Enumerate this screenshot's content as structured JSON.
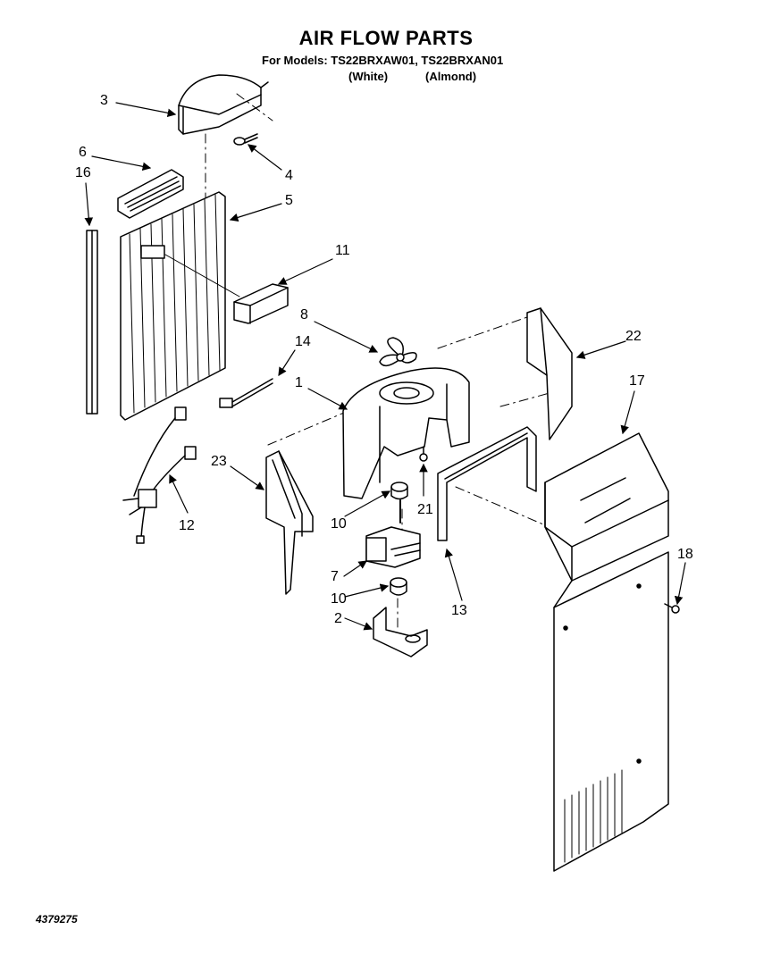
{
  "header": {
    "title": "AIR FLOW PARTS",
    "models_line": "For Models: TS22BRXAW01, TS22BRXAN01",
    "variant_white": "(White)",
    "variant_almond": "(Almond)"
  },
  "callouts": {
    "c1": "1",
    "c2": "2",
    "c3": "3",
    "c4": "4",
    "c5": "5",
    "c6": "6",
    "c7": "7",
    "c8": "8",
    "c10a": "10",
    "c10b": "10",
    "c11": "11",
    "c12": "12",
    "c13": "13",
    "c14": "14",
    "c16": "16",
    "c17": "17",
    "c18": "18",
    "c21": "21",
    "c22": "22",
    "c23": "23"
  },
  "footer": {
    "document_number": "4379275"
  }
}
